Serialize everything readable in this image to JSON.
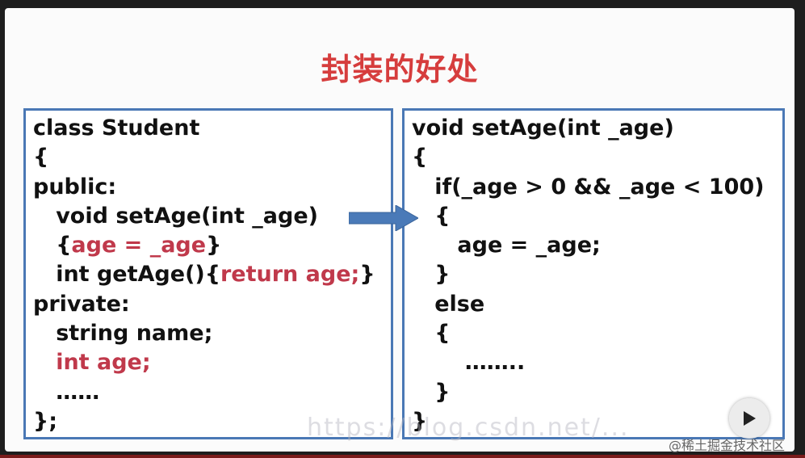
{
  "slide": {
    "title": "封装的好处",
    "left_code": [
      [
        {
          "t": "class Student",
          "c": "k"
        }
      ],
      [
        {
          "t": "{",
          "c": "k"
        }
      ],
      [
        {
          "t": "public:",
          "c": "k"
        }
      ],
      [
        {
          "t": "   void setAge(int _age)",
          "c": "k"
        }
      ],
      [
        {
          "t": "   {",
          "c": "k"
        },
        {
          "t": "age = _age",
          "c": "r"
        },
        {
          "t": "}",
          "c": "k"
        }
      ],
      [
        {
          "t": "   int getAge(){",
          "c": "k"
        },
        {
          "t": "return age;",
          "c": "r"
        },
        {
          "t": "}",
          "c": "k"
        }
      ],
      [
        {
          "t": "private:",
          "c": "k"
        }
      ],
      [
        {
          "t": "   string name;",
          "c": "k"
        }
      ],
      [
        {
          "t": "   ",
          "c": "k"
        },
        {
          "t": "int age;",
          "c": "r"
        }
      ],
      [
        {
          "t": "   ……",
          "c": "k"
        }
      ],
      [
        {
          "t": "};",
          "c": "k"
        }
      ]
    ],
    "right_code": [
      [
        {
          "t": "void setAge(int _age)",
          "c": "k"
        }
      ],
      [
        {
          "t": "{",
          "c": "k"
        }
      ],
      [
        {
          "t": "   if(_age > 0 && _age < 100)",
          "c": "k"
        }
      ],
      [
        {
          "t": "   {",
          "c": "k"
        }
      ],
      [
        {
          "t": "      age = _age;",
          "c": "k"
        }
      ],
      [
        {
          "t": "   }",
          "c": "k"
        }
      ],
      [
        {
          "t": "   else",
          "c": "k"
        }
      ],
      [
        {
          "t": "   {",
          "c": "k"
        }
      ],
      [
        {
          "t": "       ……..",
          "c": "k"
        }
      ],
      [
        {
          "t": "   }",
          "c": "k"
        }
      ],
      [
        {
          "t": "}",
          "c": "k"
        }
      ]
    ]
  },
  "overlay": {
    "watermark": "https://blog.csdn.net/...",
    "brand": "@稀土掘金技术社区"
  },
  "colors": {
    "title": "#d63d3d",
    "highlight": "#c0394b",
    "box_border": "#4a78b5",
    "arrow": "#4a7ab8"
  },
  "icons": {
    "arrow": "right-arrow-icon",
    "play": "play-icon"
  }
}
